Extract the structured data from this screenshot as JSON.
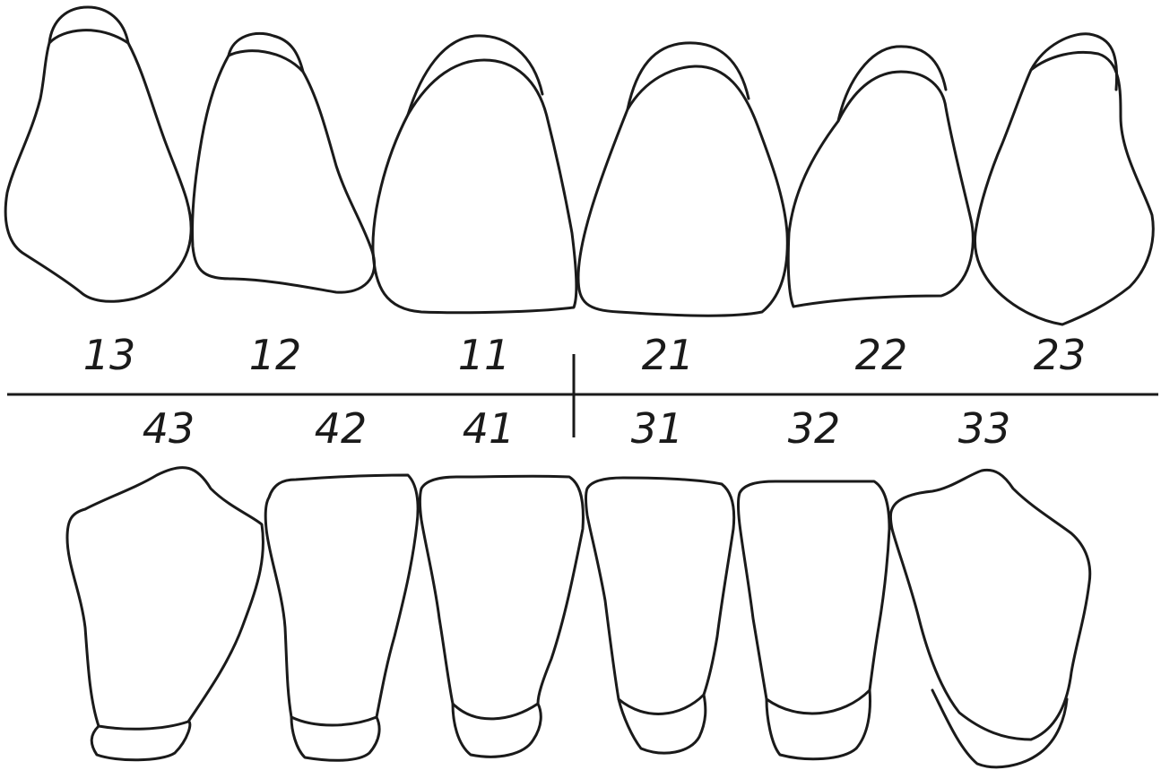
{
  "diagram": {
    "upper_teeth": [
      {
        "id": "13",
        "label": "13"
      },
      {
        "id": "12",
        "label": "12"
      },
      {
        "id": "11",
        "label": "11"
      },
      {
        "id": "21",
        "label": "21"
      },
      {
        "id": "22",
        "label": "22"
      },
      {
        "id": "23",
        "label": "23"
      }
    ],
    "lower_teeth": [
      {
        "id": "43",
        "label": "43"
      },
      {
        "id": "42",
        "label": "42"
      },
      {
        "id": "41",
        "label": "41"
      },
      {
        "id": "31",
        "label": "31"
      },
      {
        "id": "32",
        "label": "32"
      },
      {
        "id": "33",
        "label": "33"
      }
    ],
    "colors": {
      "stroke": "#1a1a1a",
      "background": "#ffffff"
    }
  }
}
